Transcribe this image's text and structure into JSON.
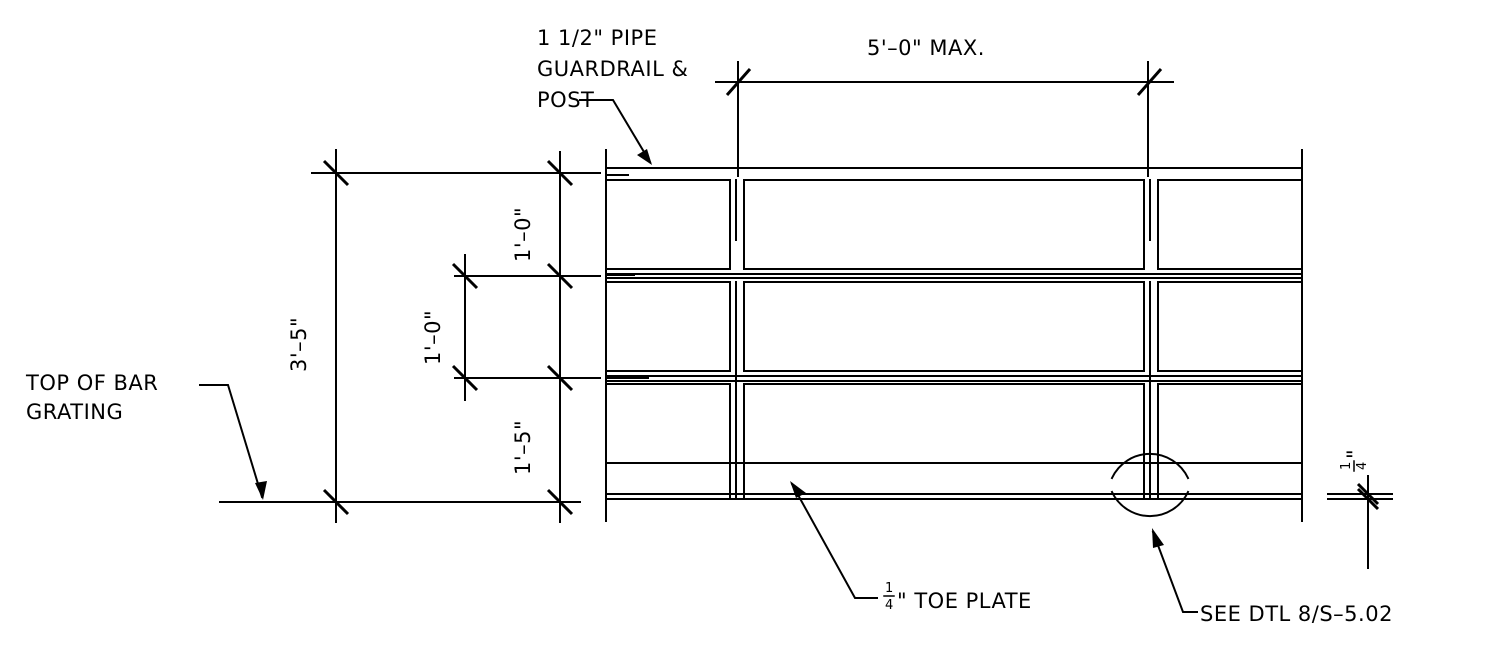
{
  "labels": {
    "pipe_line1": "1 1/2\" PIPE",
    "pipe_line2": "GUARDRAIL &",
    "pipe_line3": "POST",
    "spacing": "5'–0\" MAX.",
    "top_grating_line1": "TOP OF BAR",
    "top_grating_line2": "GRATING",
    "toe_plate": "\" TOE PLATE",
    "see_detail": "SEE DTL 8/S–5.02",
    "quarter_num": "1",
    "quarter_den": "4"
  },
  "dimensions": {
    "overall_height": "3'–5\"",
    "top_rail_spacing": "1'–0\"",
    "mid_rail_spacing": "1'–0\"",
    "bottom_spacing": "1'–5\"",
    "plate_thickness": "\""
  }
}
